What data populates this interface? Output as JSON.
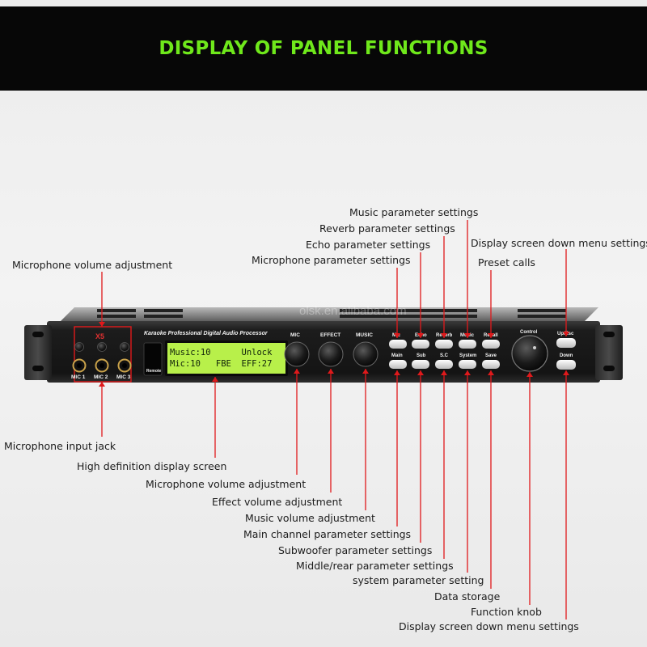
{
  "header": {
    "title": "DISPLAY OF PANEL FUNCTIONS"
  },
  "watermark": "olsk.en.alibaba.com",
  "device": {
    "model_label": "X5",
    "brand_line": "Karaoke Professional Digital Audio Processor",
    "remote_label": "Remote",
    "lcd": {
      "line1": "Music:10      Unlock",
      "line2": "Mic:10   FBE  EFF:27"
    },
    "mic_jacks": [
      "MIC 1",
      "MIC 2",
      "MIC 3"
    ],
    "knobs": [
      "MIC",
      "EFFECT",
      "MUSIC"
    ],
    "buttons_top": [
      "Mic",
      "Echo",
      "Reverb",
      "Music",
      "Recall"
    ],
    "buttons_bottom": [
      "Main",
      "Sub",
      "S.C",
      "System",
      "Save"
    ],
    "control_label": "Control",
    "nav_buttons": [
      "Up/Esc",
      "Down"
    ]
  },
  "callouts_top": {
    "music_params": "Music parameter settings",
    "reverb_params": "Reverb parameter settings",
    "echo_params": "Echo parameter settings",
    "mic_params": "Microphone parameter settings",
    "screen_menu_up": "Display screen down menu settings",
    "preset_calls": "Preset calls",
    "mic_volume_adj": "Microphone volume adjustment"
  },
  "callouts_bottom": {
    "mic_input_jack": "Microphone input jack",
    "hd_screen": "High definition display screen",
    "mic_volume": "Microphone volume adjustment",
    "effect_volume": "Effect volume adjustment",
    "music_volume": "Music volume adjustment",
    "main_channel": "Main channel parameter settings",
    "subwoofer": "Subwoofer parameter settings",
    "middle_rear": "Middle/rear parameter settings",
    "system": "system parameter setting",
    "data_storage": "Data storage",
    "function_knob": "Function knob",
    "screen_menu_down": "Display screen down menu settings"
  },
  "colors": {
    "header_bg": "#070707",
    "title_green": "#6fe81b",
    "leader_red": "#e0191b",
    "lcd_green": "#b8f04a"
  }
}
